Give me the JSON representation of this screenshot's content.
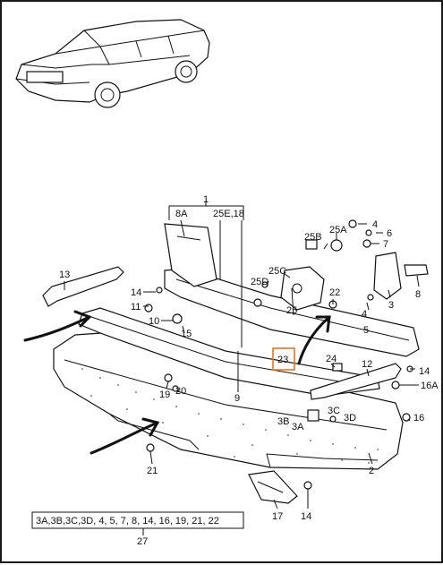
{
  "labels": {
    "l1": "1",
    "l8a": "8A",
    "l25e": "25E,18",
    "l25b": "25B",
    "l25a": "25A",
    "l4a": "4",
    "l6": "6",
    "l7": "7",
    "l25d": "25D",
    "l25c": "25C",
    "l25": "25",
    "l3": "3",
    "l8": "8",
    "l13": "13",
    "l14a": "14",
    "l11": "11",
    "l10": "10",
    "l15": "15",
    "l22": "22",
    "l4b": "4",
    "l5": "5",
    "l23": "23",
    "l24": "24",
    "l12": "12",
    "l14b": "14",
    "l16a": "16A",
    "l19": "19",
    "l20": "20",
    "l9": "9",
    "l3b": "3B",
    "l3a": "3A",
    "l3c": "3C",
    "l3d": "3D",
    "l16": "16",
    "l2": "2",
    "l21": "21",
    "l17": "17",
    "l14c": "14",
    "kit_list": "3A,3B,3C,3D, 4, 5, 7, 8, 14, 16, 19, 21, 22",
    "kit_number": "27"
  },
  "colors": {
    "highlight": "#e07a1f",
    "ink": "#111111"
  }
}
